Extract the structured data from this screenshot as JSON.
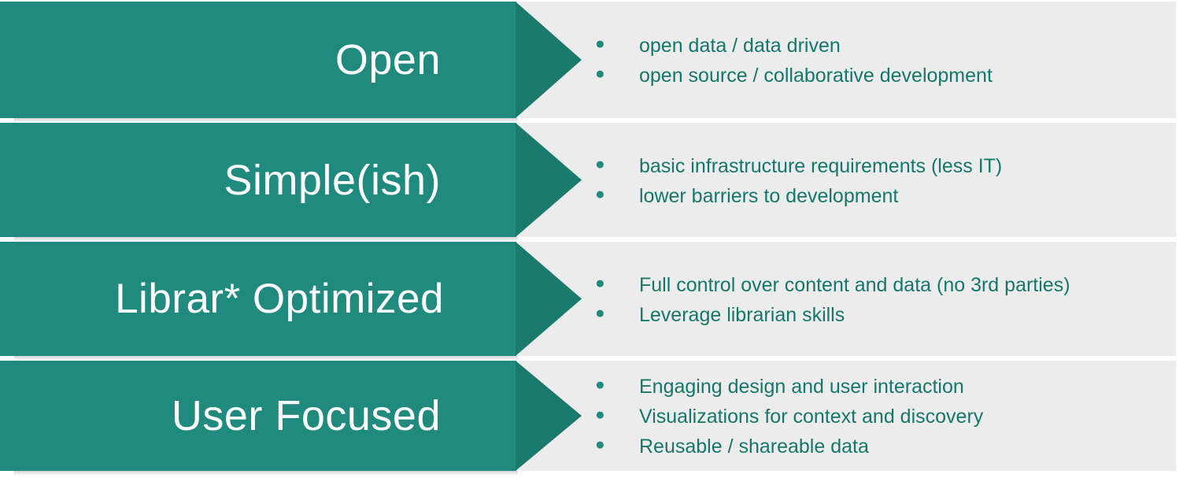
{
  "colors": {
    "arrow_body": "#1f8a7d",
    "arrow_head": "#1b7a6e",
    "panel_bg": "#ececec",
    "label_text": "#ffffff",
    "bullet_text": "#15776a",
    "page_bg": "#ffffff"
  },
  "rows": [
    {
      "label": "Open",
      "bullets": [
        "open data / data driven",
        "open source / collaborative development"
      ]
    },
    {
      "label": "Simple(ish)",
      "bullets": [
        "basic infrastructure requirements (less IT)",
        "lower barriers to development"
      ]
    },
    {
      "label": "Librar* Optimized",
      "bullets": [
        "Full control over content and data (no 3rd parties)",
        "Leverage librarian skills"
      ]
    },
    {
      "label": "User Focused",
      "bullets": [
        "Engaging design and user interaction",
        "Visualizations for context and discovery",
        "Reusable / shareable data"
      ]
    }
  ]
}
